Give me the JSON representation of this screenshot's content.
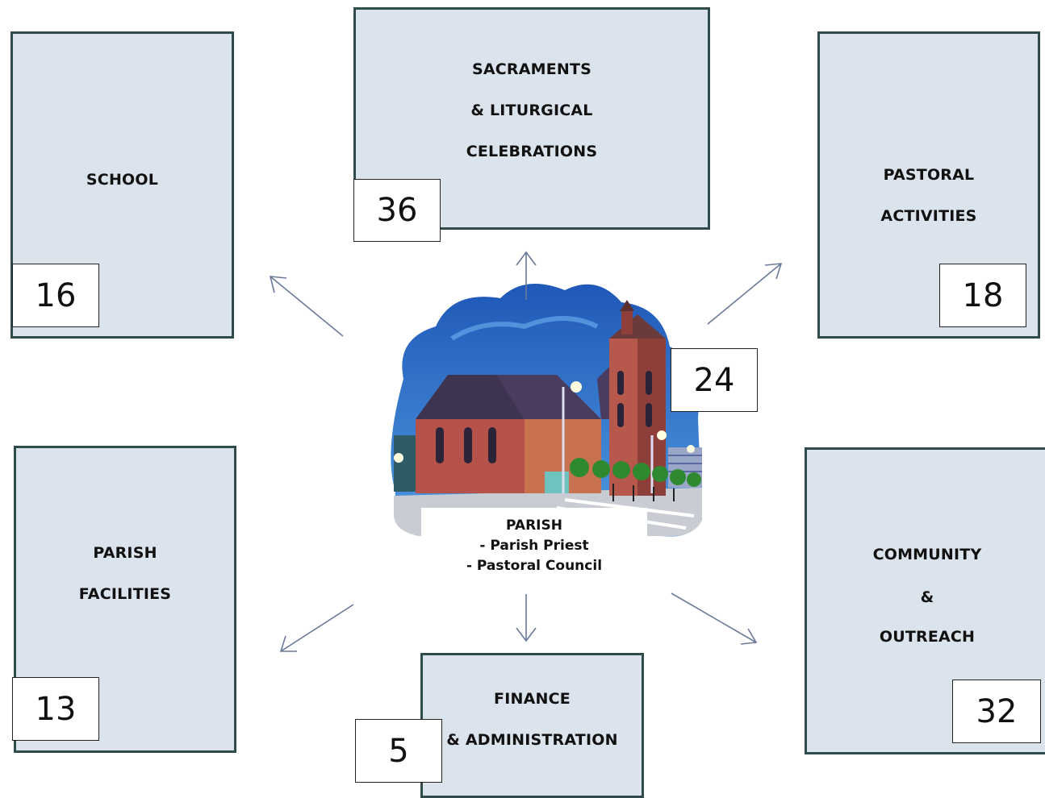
{
  "center": {
    "title": "PARISH",
    "line1": "- Parish Priest",
    "line2": "- Pastoral Council",
    "count": "24"
  },
  "boxes": {
    "school": {
      "label1": "SCHOOL",
      "count": "16"
    },
    "sacraments": {
      "label1": "SACRAMENTS",
      "label2": "& LITURGICAL",
      "label3": "CELEBRATIONS",
      "count": "36"
    },
    "pastoral": {
      "label1": "PASTORAL",
      "label2": "ACTIVITIES",
      "count": "18"
    },
    "facilities": {
      "label1": "PARISH",
      "label2": "FACILITIES",
      "count": "13"
    },
    "finance": {
      "label1": "FINANCE",
      "label2": "& ADMINISTRATION",
      "count": "5"
    },
    "community": {
      "label1": "COMMUNITY",
      "label2": "&",
      "label3": "OUTREACH",
      "count": "32"
    }
  },
  "colors": {
    "box_fill": "#dbe3ec",
    "box_border": "#2f4b4b",
    "arrow": "#6b7a99",
    "sky": "#2f6fc4"
  }
}
